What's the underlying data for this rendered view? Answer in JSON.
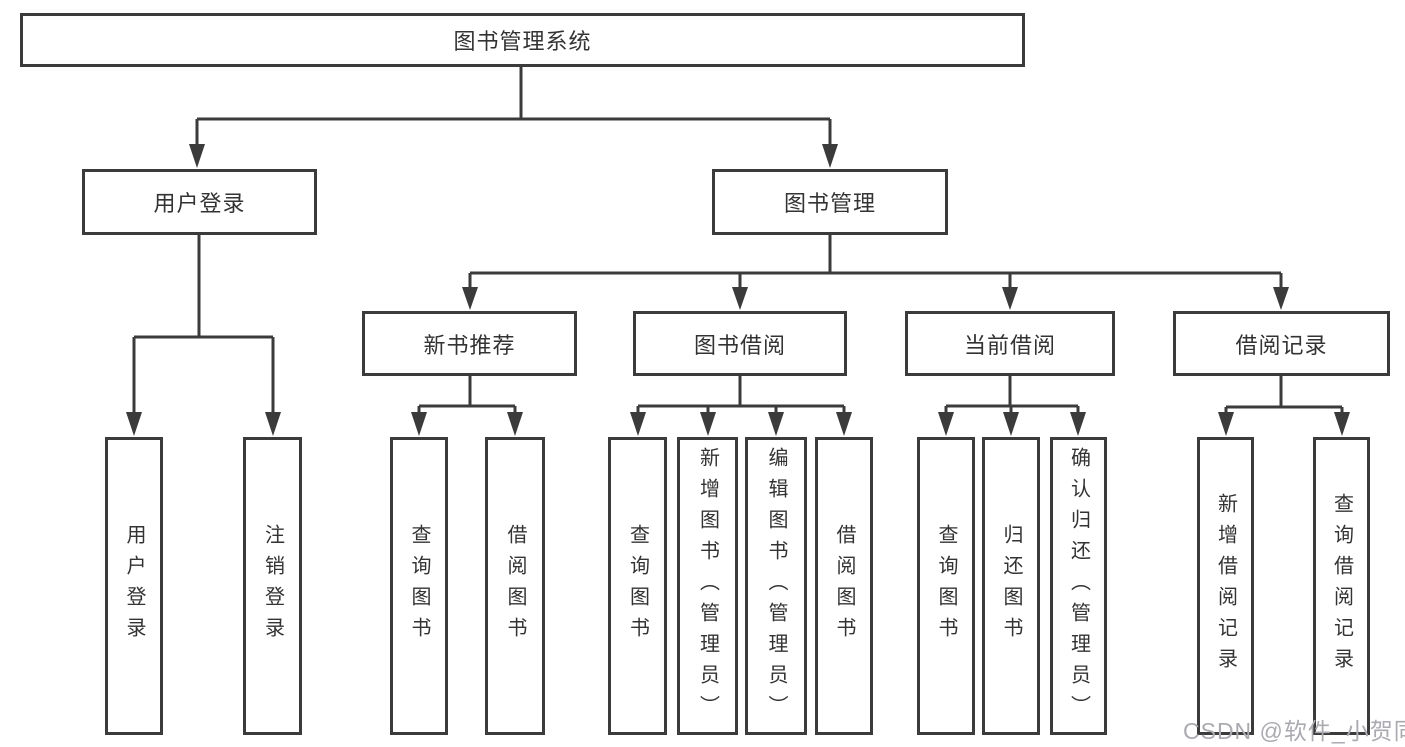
{
  "diagram": {
    "type": "functional-structure-tree",
    "colors": {
      "line": "#3b3b3b",
      "box_border": "#3b3b3b",
      "text": "#333333",
      "watermark": "#aaaab0",
      "background": "#ffffff"
    },
    "tree": {
      "root": {
        "label": "图书管理系统",
        "children": [
          {
            "label": "用户登录",
            "children": [
              {
                "label": "用户登录"
              },
              {
                "label": "注销登录"
              }
            ]
          },
          {
            "label": "图书管理",
            "children": [
              {
                "label": "新书推荐",
                "children": [
                  {
                    "label": "查询图书"
                  },
                  {
                    "label": "借阅图书"
                  }
                ]
              },
              {
                "label": "图书借阅",
                "children": [
                  {
                    "label": "查询图书"
                  },
                  {
                    "label": "新增图书（管理员）"
                  },
                  {
                    "label": "编辑图书（管理员）"
                  },
                  {
                    "label": "借阅图书"
                  }
                ]
              },
              {
                "label": "当前借阅",
                "children": [
                  {
                    "label": "查询图书"
                  },
                  {
                    "label": "归还图书"
                  },
                  {
                    "label": "确认归还（管理员）"
                  }
                ]
              },
              {
                "label": "借阅记录",
                "children": [
                  {
                    "label": "新增借阅记录"
                  },
                  {
                    "label": "查询借阅记录"
                  }
                ]
              }
            ]
          }
        ]
      }
    },
    "watermark": {
      "text": "CSDN @软件_小贺同学"
    }
  }
}
